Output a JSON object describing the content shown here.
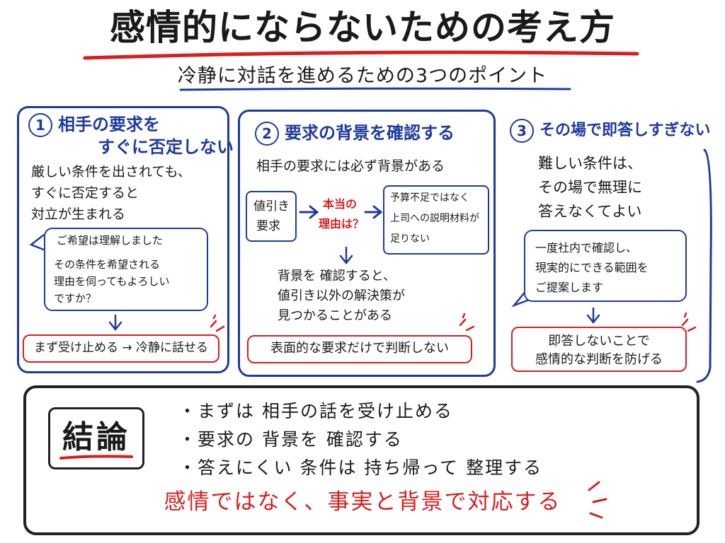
{
  "title": "感情的にならないための考え方",
  "subtitle": "冷静に対話を進めるための3つのポイント",
  "colors": {
    "blue": "#1f3a9e",
    "red": "#d81e1e",
    "ink": "#1a1a1a"
  },
  "panels": [
    {
      "number": "1",
      "heading_line1": "相手の要求を",
      "heading_line2": "すぐに否定しない",
      "body": [
        "厳しい条件を出されても、",
        "すぐに否定すると",
        "対立が生まれる"
      ],
      "bubble_top": "ご希望は理解しました",
      "bubble_bottom": [
        "その条件を希望される",
        "理由を伺ってもよろしい",
        "ですか？"
      ],
      "result": "まず受け止める → 冷静に話せる"
    },
    {
      "number": "2",
      "heading": "要求の背景を確認する",
      "lead": "相手の要求には必ず背景がある",
      "box_left": [
        "値引き",
        "要求"
      ],
      "middle": [
        "本当の",
        "理由は？"
      ],
      "box_right": [
        "予算不足ではなく",
        "上司への説明材料が",
        "足りない"
      ],
      "body": [
        "背景を 確認すると、",
        "値引き以外の解決策が",
        "見つかることがある"
      ],
      "result": "表面的な要求だけで判断しない"
    },
    {
      "number": "3",
      "heading": "その場で即答しすぎない",
      "body": [
        "難しい条件は、",
        "その場で無理に",
        "答えなくてよい"
      ],
      "bubble": [
        "一度社内で確認し、",
        "現実的にできる範囲を",
        "ご提案します"
      ],
      "result": [
        "即答しないことで",
        "感情的な判断を防げる"
      ]
    }
  ],
  "conclusion": {
    "label": "結論",
    "bullets": [
      "・まずは 相手の話を受け止める",
      "・要求の 背景を 確認する",
      "・答えにくい 条件は 持ち帰って 整理する"
    ],
    "final": "感情ではなく、事実と背景で対応する"
  }
}
